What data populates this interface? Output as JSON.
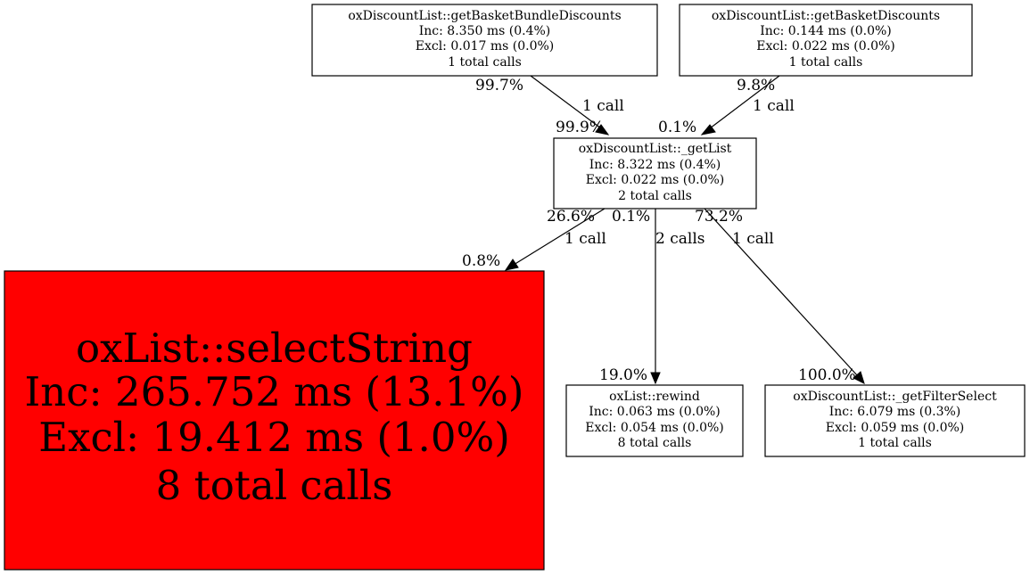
{
  "colors": {
    "hot_node_fill": "#ff0000",
    "node_fill": "#ffffff",
    "stroke": "#000000"
  },
  "nodes": {
    "get_basket_bundle_discounts": {
      "name": "oxDiscountList::getBasketBundleDiscounts",
      "inc": "Inc: 8.350 ms (0.4%)",
      "excl": "Excl: 0.017 ms (0.0%)",
      "calls": "1 total calls"
    },
    "get_basket_discounts": {
      "name": "oxDiscountList::getBasketDiscounts",
      "inc": "Inc: 0.144 ms (0.0%)",
      "excl": "Excl: 0.022 ms (0.0%)",
      "calls": "1 total calls"
    },
    "get_list": {
      "name": "oxDiscountList::_getList",
      "inc": "Inc: 8.322 ms (0.4%)",
      "excl": "Excl: 0.022 ms (0.0%)",
      "calls": "2 total calls"
    },
    "select_string": {
      "name": "oxList::selectString",
      "inc": "Inc: 265.752 ms (13.1%)",
      "excl": "Excl: 19.412 ms (1.0%)",
      "calls": "8 total calls"
    },
    "rewind": {
      "name": "oxList::rewind",
      "inc": "Inc: 0.063 ms (0.0%)",
      "excl": "Excl: 0.054 ms (0.0%)",
      "calls": "8 total calls"
    },
    "get_filter_select": {
      "name": "oxDiscountList::_getFilterSelect",
      "inc": "Inc: 6.079 ms (0.3%)",
      "excl": "Excl: 0.059 ms (0.0%)",
      "calls": "1 total calls"
    }
  },
  "edges": {
    "bundle_to_getlist": {
      "tail_pct": "99.7%",
      "label": "1 call",
      "head_pct": "99.9%"
    },
    "basket_to_getlist": {
      "tail_pct": "9.8%",
      "label": "1 call",
      "head_pct": "0.1%"
    },
    "getlist_to_selectstring": {
      "tail_pct": "26.6%",
      "label": "1 call",
      "head_pct": "0.8%"
    },
    "getlist_to_rewind": {
      "tail_pct": "0.1%",
      "label": "2 calls",
      "head_pct": "19.0%"
    },
    "getlist_to_filterselect": {
      "tail_pct": "73.2%",
      "label": "1 call",
      "head_pct": "100.0%"
    }
  }
}
